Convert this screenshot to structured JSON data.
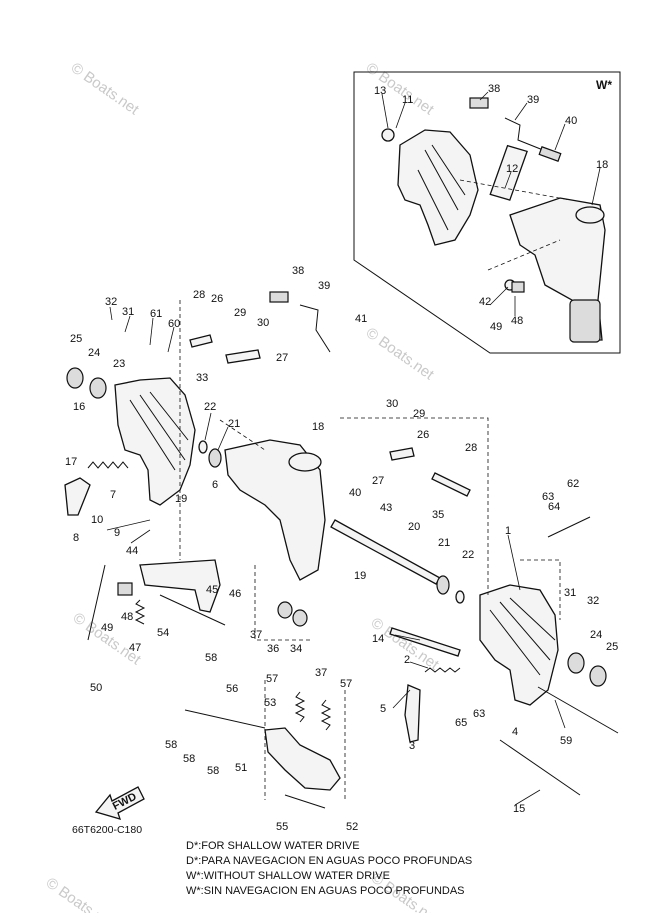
{
  "watermark": "© Boats.net",
  "inset_label": "W*",
  "figure_code": "66T6200-C180",
  "fwd_arrow_label": "FWD",
  "notes": [
    "D*:FOR SHALLOW WATER DRIVE",
    "D*:PARA NAVEGACION EN AGUAS POCO PROFUNDAS",
    "W*:WITHOUT SHALLOW WATER DRIVE",
    "W*:SIN NAVEGACION EN AGUAS POCO PROFUNDAS"
  ],
  "callouts": {
    "inset": [
      "13",
      "11",
      "38",
      "39",
      "40",
      "12",
      "18",
      "42",
      "49",
      "48"
    ],
    "main": [
      "38",
      "39",
      "41",
      "32",
      "31",
      "61",
      "60",
      "28",
      "26",
      "29",
      "30",
      "33",
      "27",
      "25",
      "24",
      "23",
      "16",
      "17",
      "7",
      "10",
      "8",
      "22",
      "21",
      "6",
      "19",
      "18",
      "30",
      "29",
      "26",
      "28",
      "27",
      "35",
      "40",
      "43",
      "20",
      "9",
      "44",
      "45",
      "46",
      "48",
      "49",
      "47",
      "50",
      "54",
      "58",
      "37",
      "36",
      "34",
      "37",
      "19",
      "21",
      "22",
      "14",
      "1",
      "64",
      "63",
      "62",
      "31",
      "32",
      "24",
      "25",
      "2",
      "5",
      "65",
      "63",
      "3",
      "4",
      "59",
      "56",
      "57",
      "57",
      "53",
      "51",
      "58",
      "58",
      "58",
      "55",
      "52",
      "15"
    ]
  }
}
